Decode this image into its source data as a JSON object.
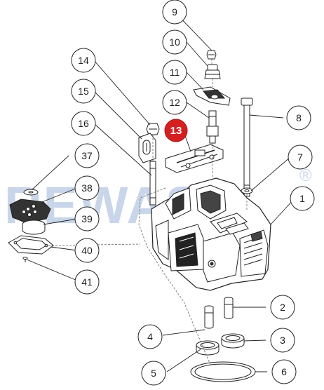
{
  "diagram": {
    "watermark": "REWAS",
    "watermark_mark": "®",
    "highlight_color": "#d42020",
    "callouts": [
      {
        "id": "9",
        "label": "9"
      },
      {
        "id": "10",
        "label": "10"
      },
      {
        "id": "11",
        "label": "11"
      },
      {
        "id": "12",
        "label": "12"
      },
      {
        "id": "13",
        "label": "13",
        "highlighted": true
      },
      {
        "id": "14",
        "label": "14"
      },
      {
        "id": "15",
        "label": "15"
      },
      {
        "id": "16",
        "label": "16"
      },
      {
        "id": "8",
        "label": "8"
      },
      {
        "id": "7",
        "label": "7"
      },
      {
        "id": "1",
        "label": "1"
      },
      {
        "id": "37",
        "label": "37"
      },
      {
        "id": "38",
        "label": "38"
      },
      {
        "id": "39",
        "label": "39"
      },
      {
        "id": "40",
        "label": "40"
      },
      {
        "id": "41",
        "label": "41"
      },
      {
        "id": "2",
        "label": "2"
      },
      {
        "id": "3",
        "label": "3"
      },
      {
        "id": "4",
        "label": "4"
      },
      {
        "id": "5",
        "label": "5"
      },
      {
        "id": "6",
        "label": "6"
      }
    ]
  }
}
